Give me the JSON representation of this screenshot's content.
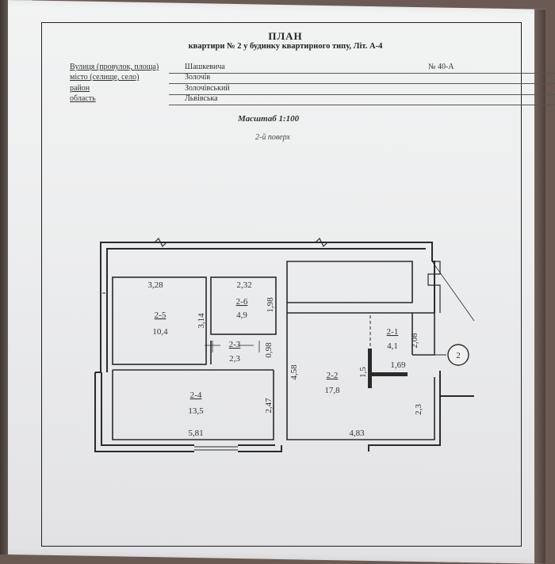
{
  "document": {
    "title": "ПЛАН",
    "subtitle": "квартири № 2 у будинку квартирного типу, Літ. А-4",
    "address": {
      "street_label": "Вулиця (провулок, площа)",
      "street_value": "Шашкевича",
      "house_number": "№ 40-А",
      "city_label": "місто (селище, село)",
      "city_value": "Золочів",
      "district_label": "район",
      "district_value": "Золочівський",
      "region_label": "область",
      "region_value": "Львівська"
    },
    "scale": "Масштаб 1:100",
    "floor": "2-й поверх"
  },
  "plan": {
    "rooms": [
      {
        "id": "2-5",
        "area": "10,4",
        "width": "3,28",
        "depth": "3,14"
      },
      {
        "id": "2-6",
        "area": "4,9",
        "width": "2,32",
        "depth": "1,98"
      },
      {
        "id": "2-3",
        "width": "2,3",
        "depth": "0,98"
      },
      {
        "id": "2-4",
        "area": "13,5",
        "width": "5,81",
        "depth": "2,47"
      },
      {
        "id": "2-2",
        "area": "17,8",
        "width": "4,83",
        "depth": "4,58"
      },
      {
        "id": "2-1",
        "area": "4,1",
        "width": "1,69",
        "depth": "2,08"
      }
    ],
    "extra_dimensions": [
      "1,5",
      "2,3"
    ],
    "stair_marker": "2"
  }
}
